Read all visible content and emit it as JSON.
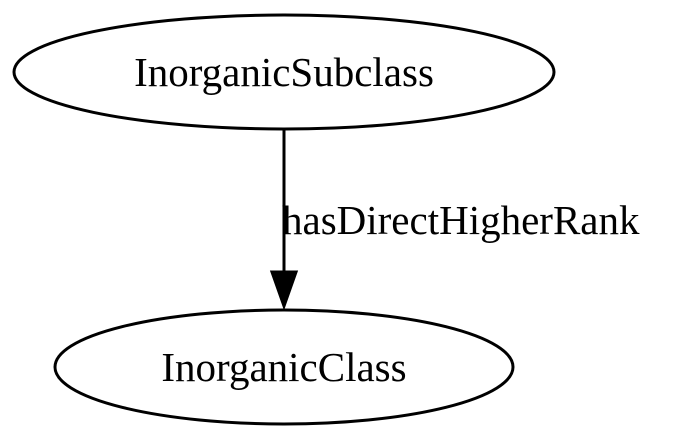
{
  "diagram": {
    "nodes": [
      {
        "id": "inorganic-subclass",
        "label": "InorganicSubclass"
      },
      {
        "id": "inorganic-class",
        "label": "InorganicClass"
      }
    ],
    "edges": [
      {
        "from": "inorganic-subclass",
        "to": "inorganic-class",
        "label": "hasDirectHigherRank"
      }
    ]
  }
}
